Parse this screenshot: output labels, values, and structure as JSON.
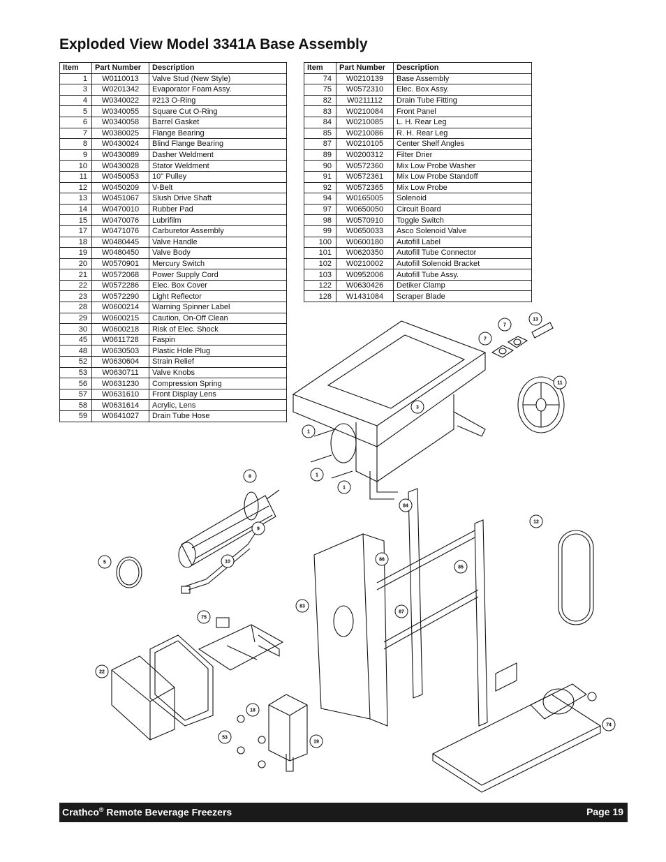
{
  "page_title": "Exploded View Model 3341A Base Assembly",
  "table_headers": {
    "item": "Item",
    "part_number": "Part Number",
    "description": "Description"
  },
  "table_left": [
    [
      "1",
      "W0110013",
      "Valve Stud (New Style)"
    ],
    [
      "3",
      "W0201342",
      "Evaporator Foam Assy."
    ],
    [
      "4",
      "W0340022",
      "#213 O-Ring"
    ],
    [
      "5",
      "W0340055",
      "Square Cut O-Ring"
    ],
    [
      "6",
      "W0340058",
      "Barrel Gasket"
    ],
    [
      "7",
      "W0380025",
      "Flange Bearing"
    ],
    [
      "8",
      "W0430024",
      "Blind Flange Bearing"
    ],
    [
      "9",
      "W0430089",
      "Dasher Weldment"
    ],
    [
      "10",
      "W0430028",
      "Stator Weldment"
    ],
    [
      "11",
      "W0450053",
      "10\" Pulley"
    ],
    [
      "12",
      "W0450209",
      "V-Belt"
    ],
    [
      "13",
      "W0451067",
      "Slush Drive Shaft"
    ],
    [
      "14",
      "W0470010",
      "Rubber Pad"
    ],
    [
      "15",
      "W0470076",
      "Lubrifilm"
    ],
    [
      "17",
      "W0471076",
      "Carburetor Assembly"
    ],
    [
      "18",
      "W0480445",
      "Valve Handle"
    ],
    [
      "19",
      "W0480450",
      "Valve Body"
    ],
    [
      "20",
      "W0570901",
      "Mercury Switch"
    ],
    [
      "21",
      "W0572068",
      "Power Supply Cord"
    ],
    [
      "22",
      "W0572286",
      "Elec. Box Cover"
    ],
    [
      "23",
      "W0572290",
      "Light Reflector"
    ],
    [
      "28",
      "W0600214",
      "Warning Spinner Label"
    ],
    [
      "29",
      "W0600215",
      "Caution, On-Off Clean"
    ],
    [
      "30",
      "W0600218",
      "Risk of Elec. Shock"
    ],
    [
      "45",
      "W0611728",
      "Faspin"
    ],
    [
      "48",
      "W0630503",
      "Plastic Hole Plug"
    ],
    [
      "52",
      "W0630604",
      "Strain Relief"
    ],
    [
      "53",
      "W0630711",
      "Valve Knobs"
    ],
    [
      "56",
      "W0631230",
      "Compression Spring"
    ],
    [
      "57",
      "W0631610",
      "Front Display Lens"
    ],
    [
      "58",
      "W0631614",
      "Acrylic, Lens"
    ],
    [
      "59",
      "W0641027",
      "Drain Tube Hose"
    ]
  ],
  "table_right": [
    [
      "74",
      "W0210139",
      "Base Assembly"
    ],
    [
      "75",
      "W0572310",
      "Elec. Box Assy."
    ],
    [
      "82",
      "W0211112",
      "Drain Tube Fitting"
    ],
    [
      "83",
      "W0210084",
      "Front Panel"
    ],
    [
      "84",
      "W0210085",
      "L. H. Rear Leg"
    ],
    [
      "85",
      "W0210086",
      "R. H. Rear Leg"
    ],
    [
      "87",
      "W0210105",
      "Center Shelf Angles"
    ],
    [
      "89",
      "W0200312",
      "Filter Drier"
    ],
    [
      "90",
      "W0572360",
      "Mix Low Probe Washer"
    ],
    [
      "91",
      "W0572361",
      "Mix Low Probe Standoff"
    ],
    [
      "92",
      "W0572365",
      "Mix Low Probe"
    ],
    [
      "94",
      "W0165005",
      "Solenoid"
    ],
    [
      "97",
      "W0650050",
      "Circuit Board"
    ],
    [
      "98",
      "W0570910",
      "Toggle Switch"
    ],
    [
      "99",
      "W0650033",
      "Asco Solenoid Valve"
    ],
    [
      "100",
      "W0600180",
      "Autofill Label"
    ],
    [
      "101",
      "W0620350",
      "Autofill Tube Connector"
    ],
    [
      "102",
      "W0210002",
      "Autofill Solenoid Bracket"
    ],
    [
      "103",
      "W0952006",
      "Autofill Tube Assy."
    ],
    [
      "122",
      "W0630426",
      "Detiker Clamp"
    ],
    [
      "128",
      "W1431084",
      "Scraper Blade"
    ]
  ],
  "callouts": [
    "13",
    "7",
    "7",
    "11",
    "3",
    "1",
    "1",
    "1",
    "8",
    "9",
    "10",
    "5",
    "84",
    "12",
    "86",
    "85",
    "83",
    "87",
    "75",
    "22",
    "18",
    "53",
    "19",
    "74"
  ],
  "footer": {
    "brand": "Crathco",
    "reg": "®",
    "subtitle": " Remote Beverage Freezers",
    "page": "Page 19"
  }
}
